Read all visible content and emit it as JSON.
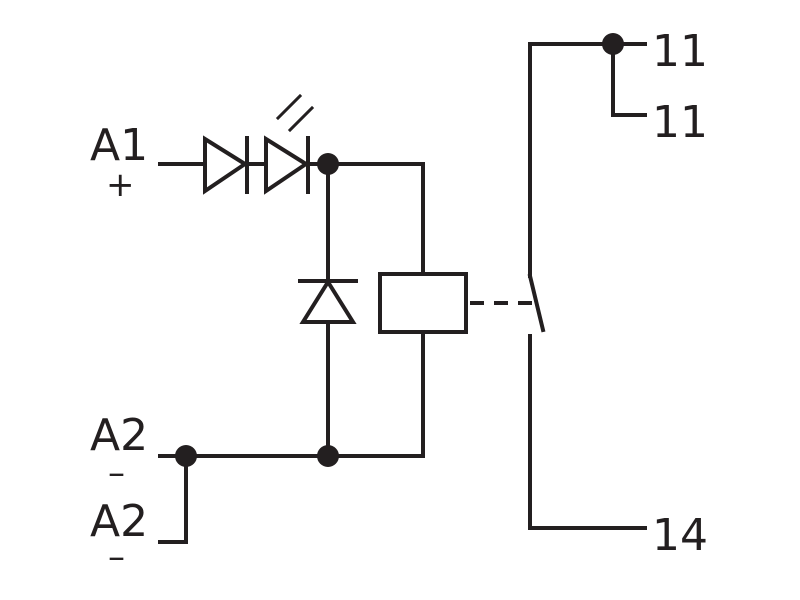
{
  "colors": {
    "stroke": "#231f20",
    "background": "#ffffff"
  },
  "terminals": {
    "a1": "A1",
    "a1_sign": "+",
    "a2_top": "A2",
    "a2_top_sign": "–",
    "a2_bottom": "A2",
    "a2_bottom_sign": "–",
    "t11_top": "11",
    "t11_bottom": "11",
    "t14": "14"
  }
}
